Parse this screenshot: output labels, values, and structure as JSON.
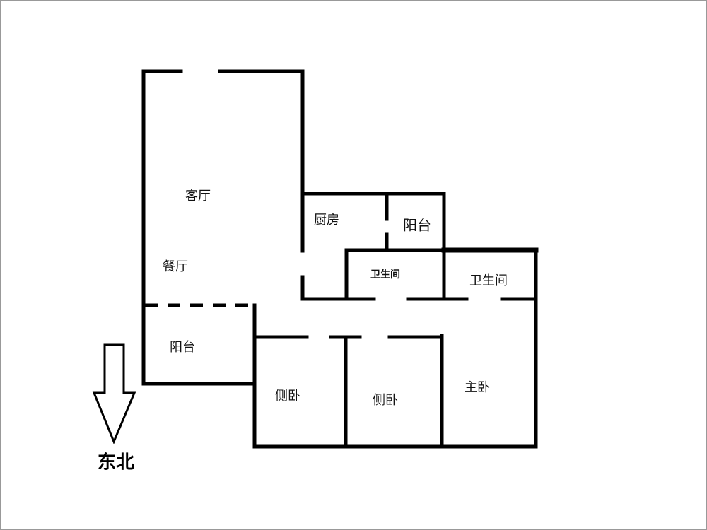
{
  "rooms": {
    "living_room": "客厅",
    "dining_room": "餐厅",
    "kitchen": "厨房",
    "kitchen_balcony": "阳台",
    "bathroom_small": "卫生间",
    "bathroom_master": "卫生间",
    "balcony_main": "阳台",
    "side_bedroom_1": "侧卧",
    "side_bedroom_2": "侧卧",
    "master_bedroom": "主卧"
  },
  "compass": {
    "label": "东北",
    "icon": "down-arrow-icon"
  }
}
